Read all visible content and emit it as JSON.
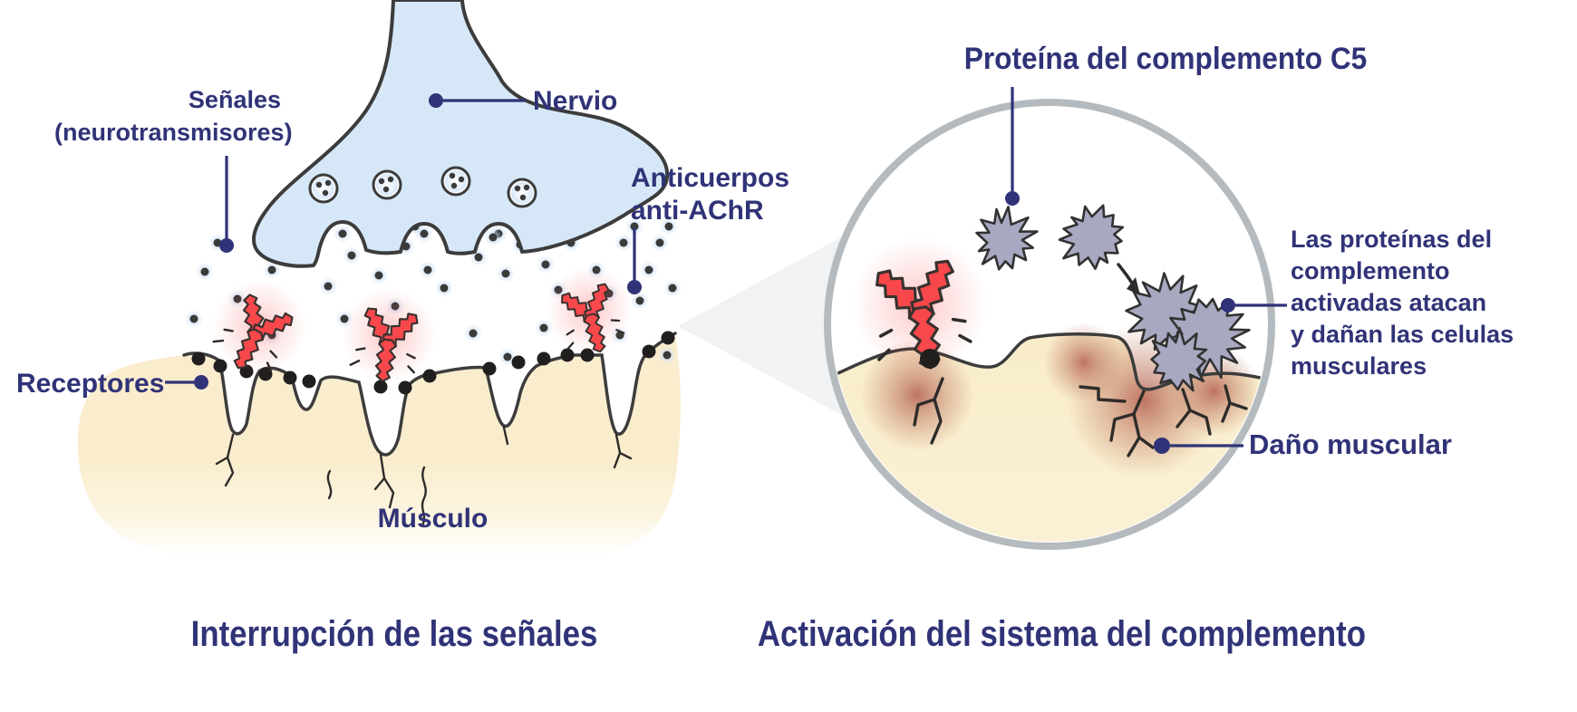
{
  "colors": {
    "navy": "#303377",
    "antibody_red": "#f8484c",
    "nerve_blue": "#d6e8f8",
    "muscle_cream": "#faedcd",
    "complement_gray": "#a8a9c1",
    "circle_border": "#b4babe",
    "cone_gray": "#f0f2f3",
    "damage_red": "#b0564a",
    "outline_dark": "#3c3c3c",
    "ink": "#2e2c2a",
    "halo_blue": "#a9ccf0"
  },
  "left": {
    "labels": {
      "senales_line1": "Señales",
      "senales_line2": "(neurotransmisores)",
      "nervio": "Nervio",
      "anticuerpos_line1": "Anticuerpos",
      "anticuerpos_line2": "anti-AChR",
      "receptores": "Receptores",
      "musculo": "Músculo"
    },
    "caption": "Interrupción de las señales"
  },
  "right": {
    "title": "Proteína del complemento C5",
    "labels": {
      "complement_attack_lines": [
        "Las proteínas del",
        "complemento",
        "activadas atacan",
        "y dañan las celulas",
        "musculares"
      ],
      "dano_muscular": "Daño muscular"
    },
    "caption": "Activación del sistema del complemento"
  }
}
